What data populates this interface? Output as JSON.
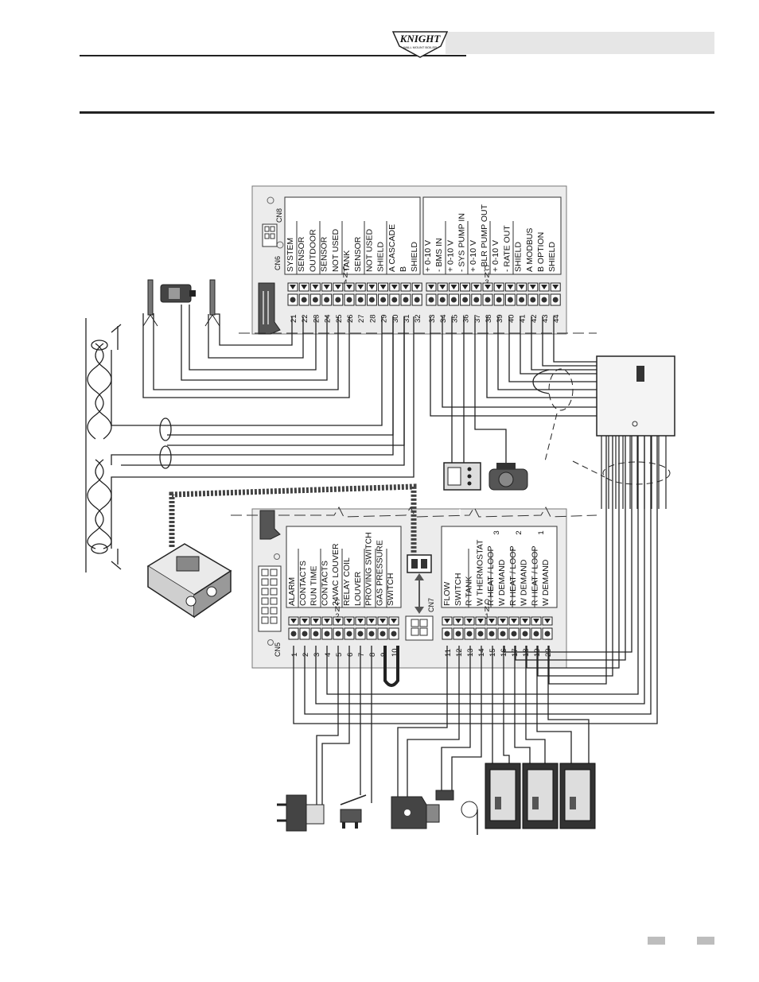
{
  "header": {
    "logo_text": "KNIGHT",
    "logo_subtext": "WALL MOUNT BOILER"
  },
  "connectors": {
    "cn8": "CN8",
    "cn6": "CN6",
    "cn5": "CN5",
    "cn7": "CN7"
  },
  "upper_board": {
    "group1": [
      "SYSTEM",
      "SENSOR",
      "OUTDOOR",
      "SENSOR",
      "NOT USED",
      "TANK",
      "SENSOR",
      "NOT USED",
      "SHIELD",
      "A   CASCADE",
      "B",
      "SHIELD"
    ],
    "group2": [
      "+  0-10 V",
      "-  BMS IN",
      "+  0-10 V",
      "-  SYS PUMP IN",
      "+  0-10 V",
      "-  BLR PUMP OUT",
      "+  0-10 V",
      "-  RATE OUT",
      "SHIELD",
      "A   MODBUS",
      "B   OPTION",
      "SHIELD"
    ],
    "terminals": [
      "21",
      "22",
      "23",
      "24",
      "25",
      "26",
      "27",
      "28",
      "29",
      "30",
      "31",
      "32",
      "33",
      "34",
      "35",
      "36",
      "37",
      "38",
      "39",
      "40",
      "41",
      "42",
      "43",
      "44"
    ],
    "com4": [
      "C",
      "N",
      "4"
    ],
    "com3": [
      "C",
      "N",
      "3"
    ]
  },
  "lower_board": {
    "group1": [
      "ALARM",
      "CONTACTS",
      "RUN TIME",
      "CONTACTS",
      "24VAC LOUVER",
      "RELAY COIL",
      "LOUVER",
      "PROVING SWITCH",
      "GAS PRESSURE",
      "SWITCH"
    ],
    "group2": [
      "FLOW",
      "SWITCH",
      "R  TANK",
      "W  THERMOSTAT",
      "R  HEAT / LOOP",
      "W  DEMAND",
      "R  HEAT / LOOP",
      "W  DEMAND",
      "R  HEAT / LOOP",
      "W  DEMAND"
    ],
    "zones": [
      "3",
      "2",
      "1"
    ],
    "terminals": [
      "1",
      "2",
      "3",
      "4",
      "5",
      "6",
      "7",
      "8",
      "9",
      "10",
      "11",
      "12",
      "13",
      "14",
      "15",
      "16",
      "17",
      "18",
      "19",
      "20"
    ],
    "com2": [
      "C",
      "N",
      "2"
    ],
    "com1": [
      "C",
      "N",
      "1"
    ]
  },
  "colors": {
    "line": "#222222",
    "board": "#ececec",
    "header_bar": "#e6e6e6",
    "device": "#555555"
  }
}
